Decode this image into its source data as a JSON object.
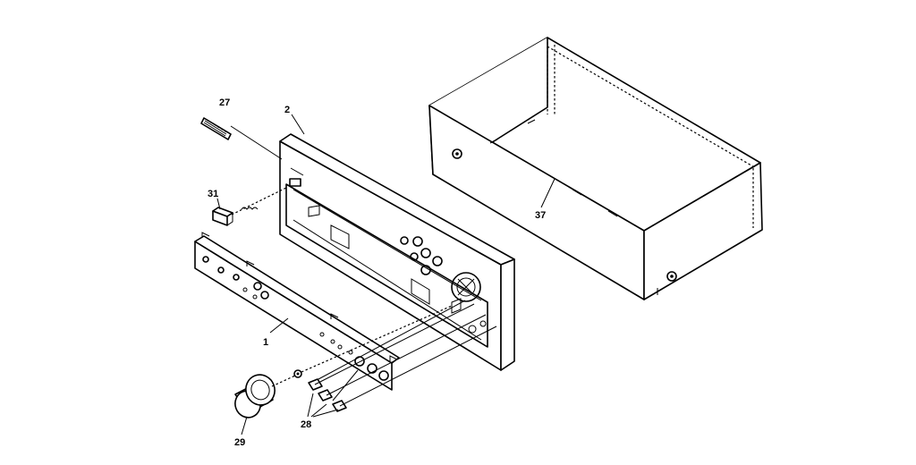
{
  "callouts": {
    "c1": "1",
    "c2": "2",
    "c27": "27",
    "c28": "28",
    "c29": "29",
    "c31": "31",
    "c37": "37"
  }
}
